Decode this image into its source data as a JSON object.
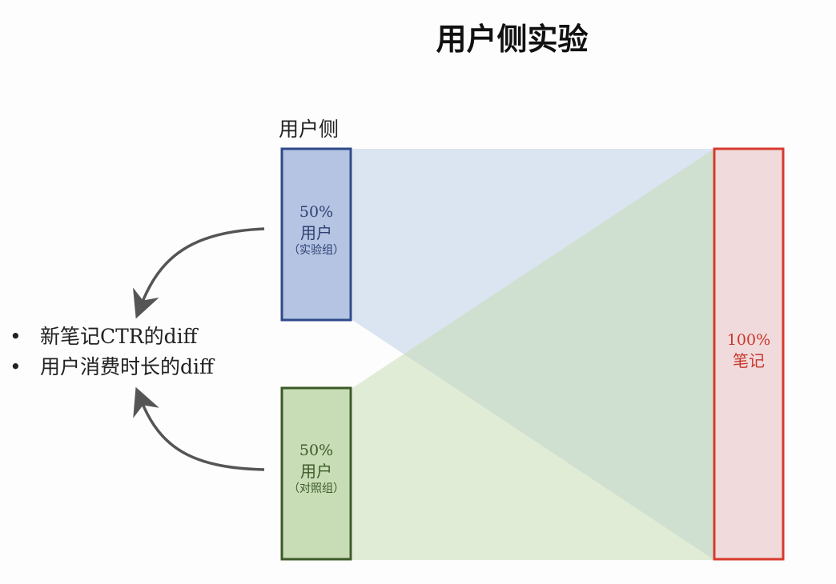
{
  "title": "用户侧实验",
  "side_label": "用户侧",
  "treatment": {
    "percent": "50%",
    "label": "用户",
    "group": "（实验组）"
  },
  "control": {
    "percent": "50%",
    "label": "用户",
    "group": "（对照组）"
  },
  "notes": {
    "percent": "100%",
    "label": "笔记"
  },
  "bullets": [
    "新笔记CTR的diff",
    "用户消费时长的diff"
  ],
  "colors": {
    "treatment": "#b4c4e2",
    "control": "#c8dcb6",
    "notes": "#f0dadb",
    "notes_border": "#d83a2e"
  }
}
